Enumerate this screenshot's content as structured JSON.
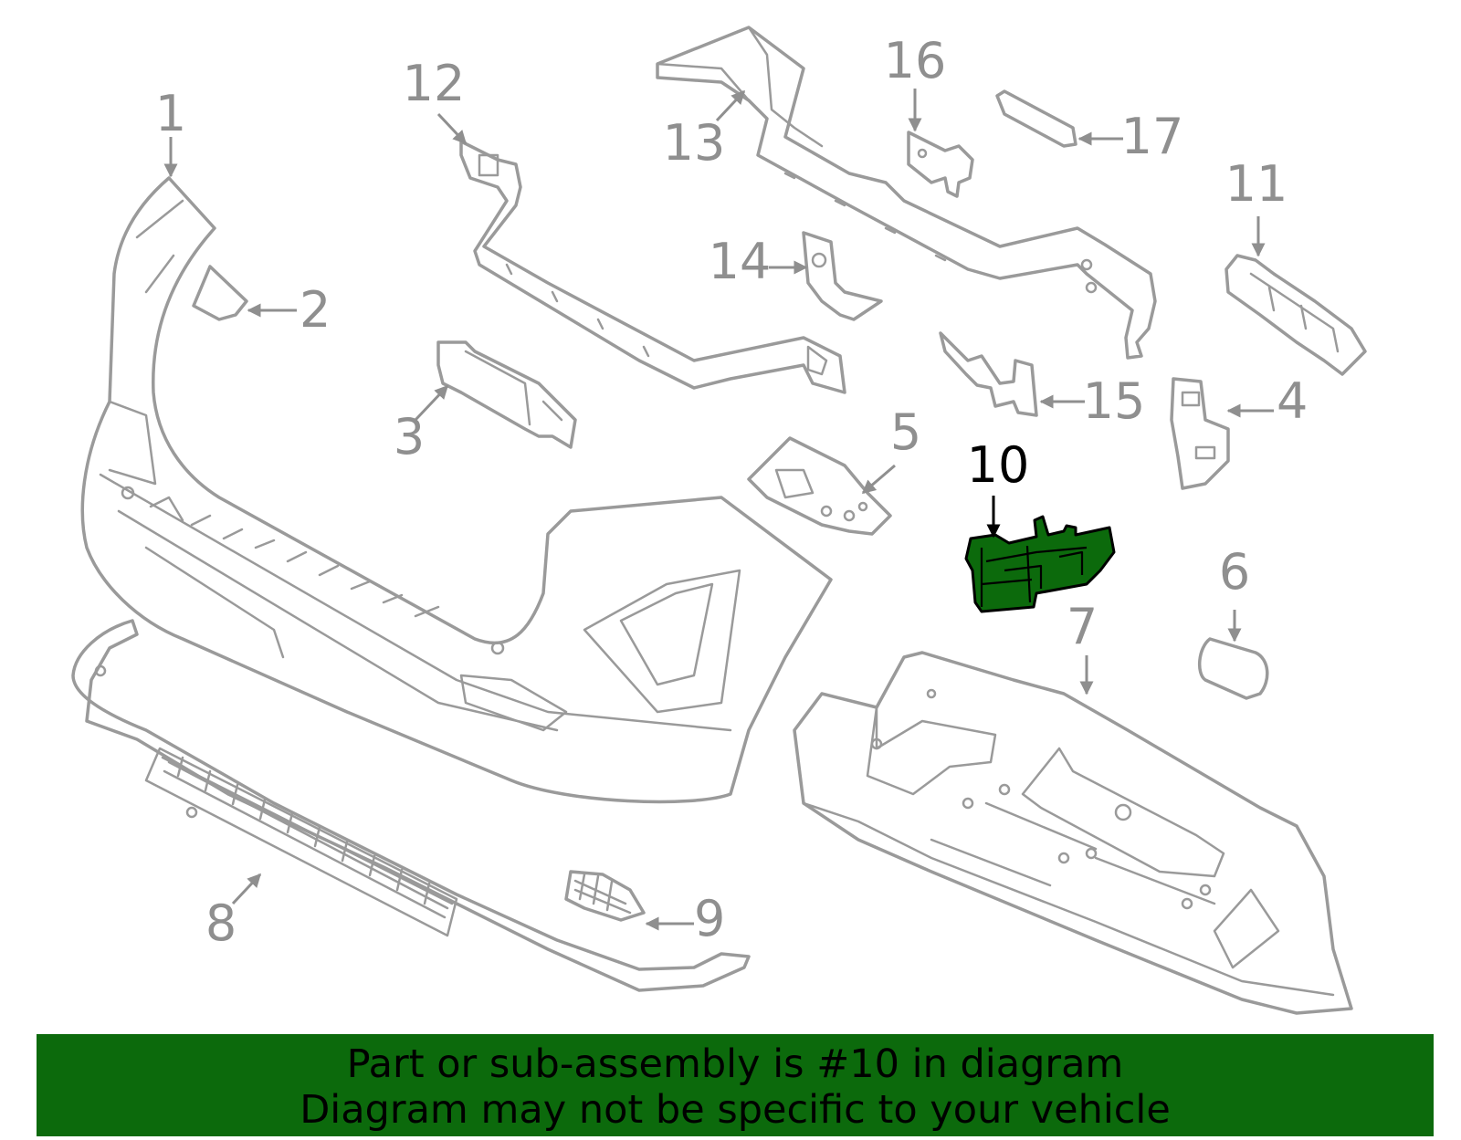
{
  "colors": {
    "highlight_fill": "#0c6a0c",
    "banner_bg": "#0c6a0c",
    "line_gray": "#9a9a9a"
  },
  "callouts": [
    {
      "id": "1",
      "text": "1"
    },
    {
      "id": "2",
      "text": "2"
    },
    {
      "id": "3",
      "text": "3"
    },
    {
      "id": "4",
      "text": "4"
    },
    {
      "id": "5",
      "text": "5"
    },
    {
      "id": "6",
      "text": "6"
    },
    {
      "id": "7",
      "text": "7"
    },
    {
      "id": "8",
      "text": "8"
    },
    {
      "id": "9",
      "text": "9"
    },
    {
      "id": "10",
      "text": "10"
    },
    {
      "id": "11",
      "text": "11"
    },
    {
      "id": "12",
      "text": "12"
    },
    {
      "id": "13",
      "text": "13"
    },
    {
      "id": "14",
      "text": "14"
    },
    {
      "id": "15",
      "text": "15"
    },
    {
      "id": "16",
      "text": "16"
    },
    {
      "id": "17",
      "text": "17"
    }
  ],
  "banner": {
    "line1": "Part or sub-assembly is #10 in diagram",
    "line2": "Diagram may not be specific to your vehicle"
  }
}
